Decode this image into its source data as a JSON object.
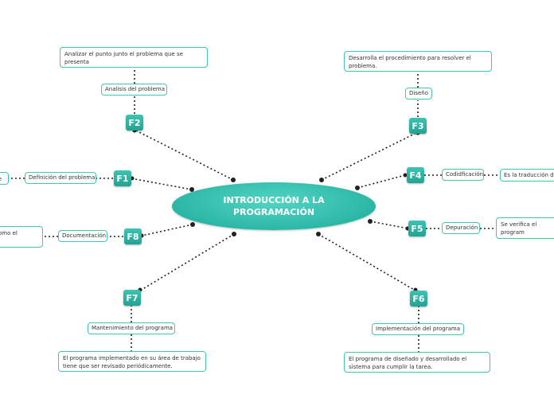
{
  "center": {
    "title": "INTRODUCCIÓN A LA PROGRAMACIÓN"
  },
  "phases": [
    {
      "id": "f1",
      "badge": "F1",
      "label": "Definición del problema",
      "desc": "te"
    },
    {
      "id": "f2",
      "badge": "F2",
      "label": "Analisis del problema",
      "desc": "Analizar el punto junto el problema que se presenta"
    },
    {
      "id": "f3",
      "badge": "F3",
      "label": "Diseño",
      "desc": "Desarrolla el procedimiento para resolver el problema."
    },
    {
      "id": "f4",
      "badge": "F4",
      "label": "Codidficación",
      "desc": "Es la traducción de"
    },
    {
      "id": "f5",
      "badge": "F5",
      "label": "Depuración",
      "desc": "Se verifica el program correctamente."
    },
    {
      "id": "f6",
      "badge": "F6",
      "label": "Implementación del programa",
      "desc": "El programa de diseñado y desarrollado el sistema para cumplir la tarea."
    },
    {
      "id": "f7",
      "badge": "F7",
      "label": "Mantenimiento del programa",
      "desc": "El programa implementado en su área de trabajo tiene que ser revisado periódicamente."
    },
    {
      "id": "f8",
      "badge": "F8",
      "label": "Documentación",
      "desc": "omo el"
    }
  ],
  "colors": {
    "accent": "#2bb7a6",
    "border": "#3fc6b4",
    "connector": "#222222"
  }
}
